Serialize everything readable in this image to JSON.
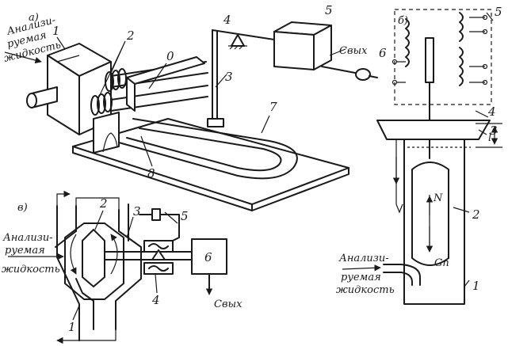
{
  "panel_a": {
    "letter": "а)",
    "inlet": [
      "Анализи-",
      "руемая",
      "жидкость"
    ],
    "output": "Cвых",
    "numbers": [
      "1",
      "2",
      "0",
      "3",
      "4",
      "5",
      "6",
      "7",
      "8"
    ]
  },
  "panel_b": {
    "letter": "б)",
    "inlet": [
      "Анализи-",
      "руемая",
      "жидкость"
    ],
    "force": "N",
    "gravity": "Gп",
    "numbers": [
      "5",
      "4",
      "3",
      "2",
      "1"
    ],
    "dimension": "l"
  },
  "panel_v": {
    "letter": "в)",
    "inlet": [
      "Анализи-",
      "руемая",
      "жидкость"
    ],
    "output": "Cвых",
    "numbers": [
      "2",
      "3",
      "5",
      "6",
      "4",
      "1"
    ]
  }
}
